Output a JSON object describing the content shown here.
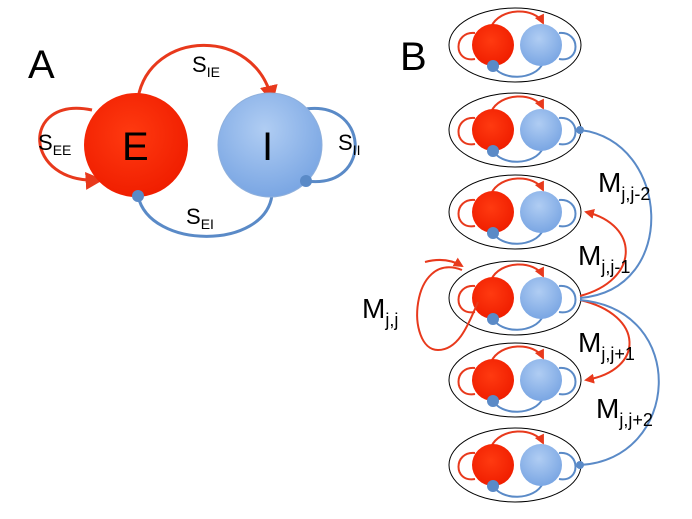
{
  "panels": {
    "a": "A",
    "b": "B"
  },
  "nodes": {
    "e": "E",
    "i": "I"
  },
  "connections": {
    "see": {
      "main": "S",
      "sub": "EE"
    },
    "sie": {
      "main": "S",
      "sub": "IE"
    },
    "sei": {
      "main": "S",
      "sub": "EI"
    },
    "sii": {
      "main": "S",
      "sub": "II"
    }
  },
  "coupling": [
    {
      "main": "M",
      "sub": "j,j"
    },
    {
      "main": "M",
      "sub": "j,j-1"
    },
    {
      "main": "M",
      "sub": "j,j-2"
    },
    {
      "main": "M",
      "sub": "j,j+1"
    },
    {
      "main": "M",
      "sub": "j,j+2"
    }
  ],
  "colors": {
    "excitatory": "#ff2a00",
    "inhibitory": "#8fb8ee",
    "inhibitory_edge": "#5a8ac7",
    "arrow_red": "#e8391c",
    "arrow_blue": "#5a8ac7"
  }
}
